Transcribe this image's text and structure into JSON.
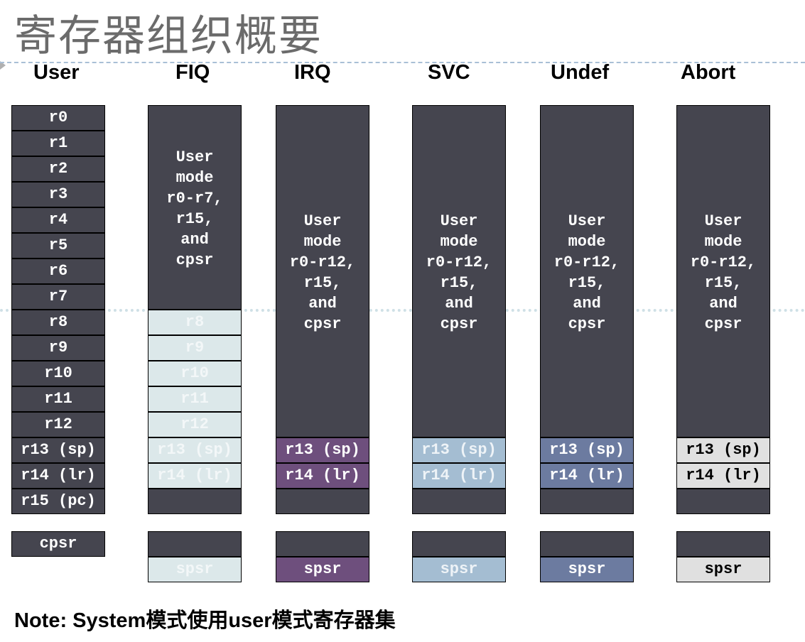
{
  "title": "寄存器组织概要",
  "modes": [
    "User",
    "FIQ",
    "IRQ",
    "SVC",
    "Undef",
    "Abort"
  ],
  "user_regs": [
    "r0",
    "r1",
    "r2",
    "r3",
    "r4",
    "r5",
    "r6",
    "r7",
    "r8",
    "r9",
    "r10",
    "r11",
    "r12",
    "r13 (sp)",
    "r14 (lr)",
    "r15 (pc)"
  ],
  "user_cpsr": "cpsr",
  "fiq_shared_text": "User\nmode\nr0-r7,\nr15,\nand\ncpsr",
  "fiq_banked": [
    "r8",
    "r9",
    "r10",
    "r11",
    "r12",
    "r13 (sp)",
    "r14 (lr)"
  ],
  "shared_text": "User\nmode\nr0-r12,\nr15,\nand\ncpsr",
  "banked_sp": "r13 (sp)",
  "banked_lr": "r14 (lr)",
  "spsr_label": "spsr",
  "note": "Note: System模式使用user模式寄存器集",
  "colors": {
    "register": "#45454f",
    "fiq": "#dce8ea",
    "irq": "#6e4f7d",
    "svc": "#a4bdd2",
    "undef": "#6c7ba0",
    "abort": "#e0e0e0"
  }
}
